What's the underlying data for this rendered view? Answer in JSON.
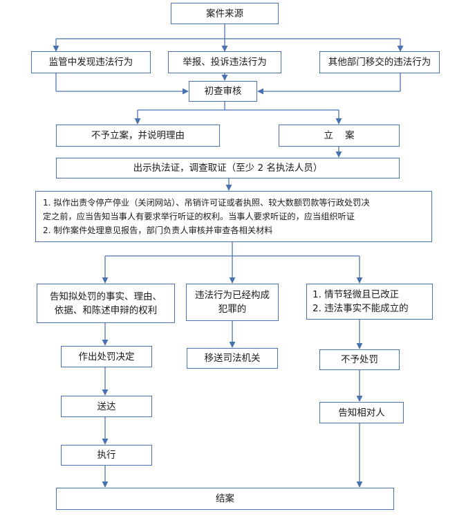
{
  "colors": {
    "box_border": "#4a72b0",
    "arrow": "#4a72b0",
    "text": "#1a1a1a",
    "background": "#ffffff"
  },
  "nodes": {
    "source": "案件来源",
    "discovered": "监管中发现违法行为",
    "report": "举报、投诉违法行为",
    "transfer": "其他部门移交的违法行为",
    "initial_review": "初查审核",
    "no_case": "不予立案，并说明理由",
    "case_filed": "立    案",
    "evidence": "出示执法证，调查取证（至少 2 名执法人员）",
    "hearing": [
      "1. 拟作出责令停产停业（关闭网站）、吊销许可证或者执照、较大数额罚款等行政处罚决",
      "定之前，应当告知当事人有要求举行听证的权利。当事人要求听证的，应当组织听证",
      "2. 制作案件处理意见报告，部门负责人审核并审查各相关材料"
    ],
    "notify": [
      "告知拟处罚的事实、理由、",
      "依据、和陈述申辩的权利"
    ],
    "crime": [
      "违法行为已经构成",
      "犯罪的"
    ],
    "minor": [
      "1. 情节轻微且已改正",
      "2. 违法事实不能成立的"
    ],
    "decision": "作出处罚决定",
    "judicial": "移送司法机关",
    "no_penalty": "不予处罚",
    "deliver": "送达",
    "inform": "告知相对人",
    "execute": "执行",
    "close": "结案"
  }
}
